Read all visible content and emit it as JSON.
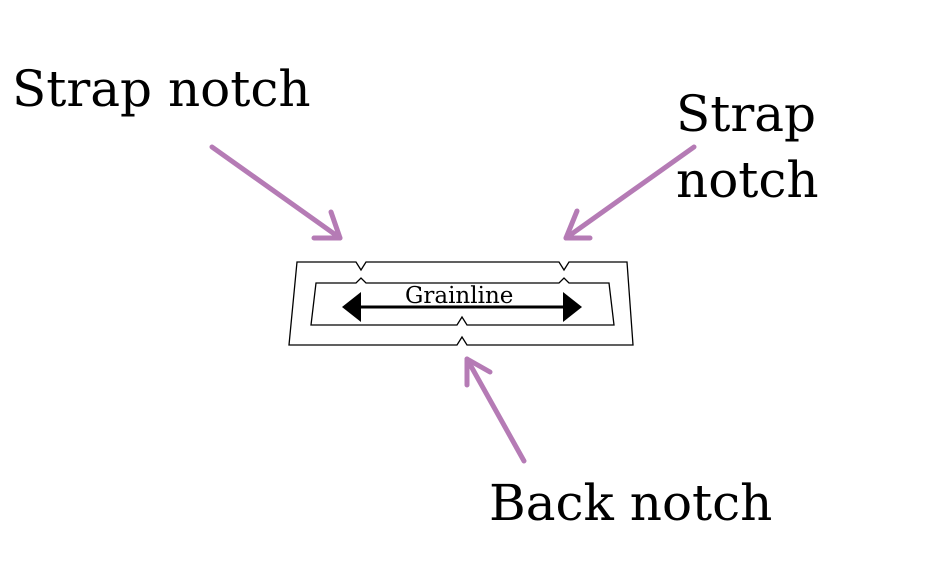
{
  "labels": {
    "strap_notch_left": "Strap notch",
    "strap_notch_right_line1": "Strap",
    "strap_notch_right_line2": "notch",
    "back_notch": "Back notch",
    "grainline": "Grainline"
  },
  "colors": {
    "arrow": "#b57bb5",
    "outline": "#000000",
    "text": "#000000"
  },
  "icons": {
    "pointer": "arrow-icon",
    "grainline": "double-headed-arrow-icon"
  }
}
